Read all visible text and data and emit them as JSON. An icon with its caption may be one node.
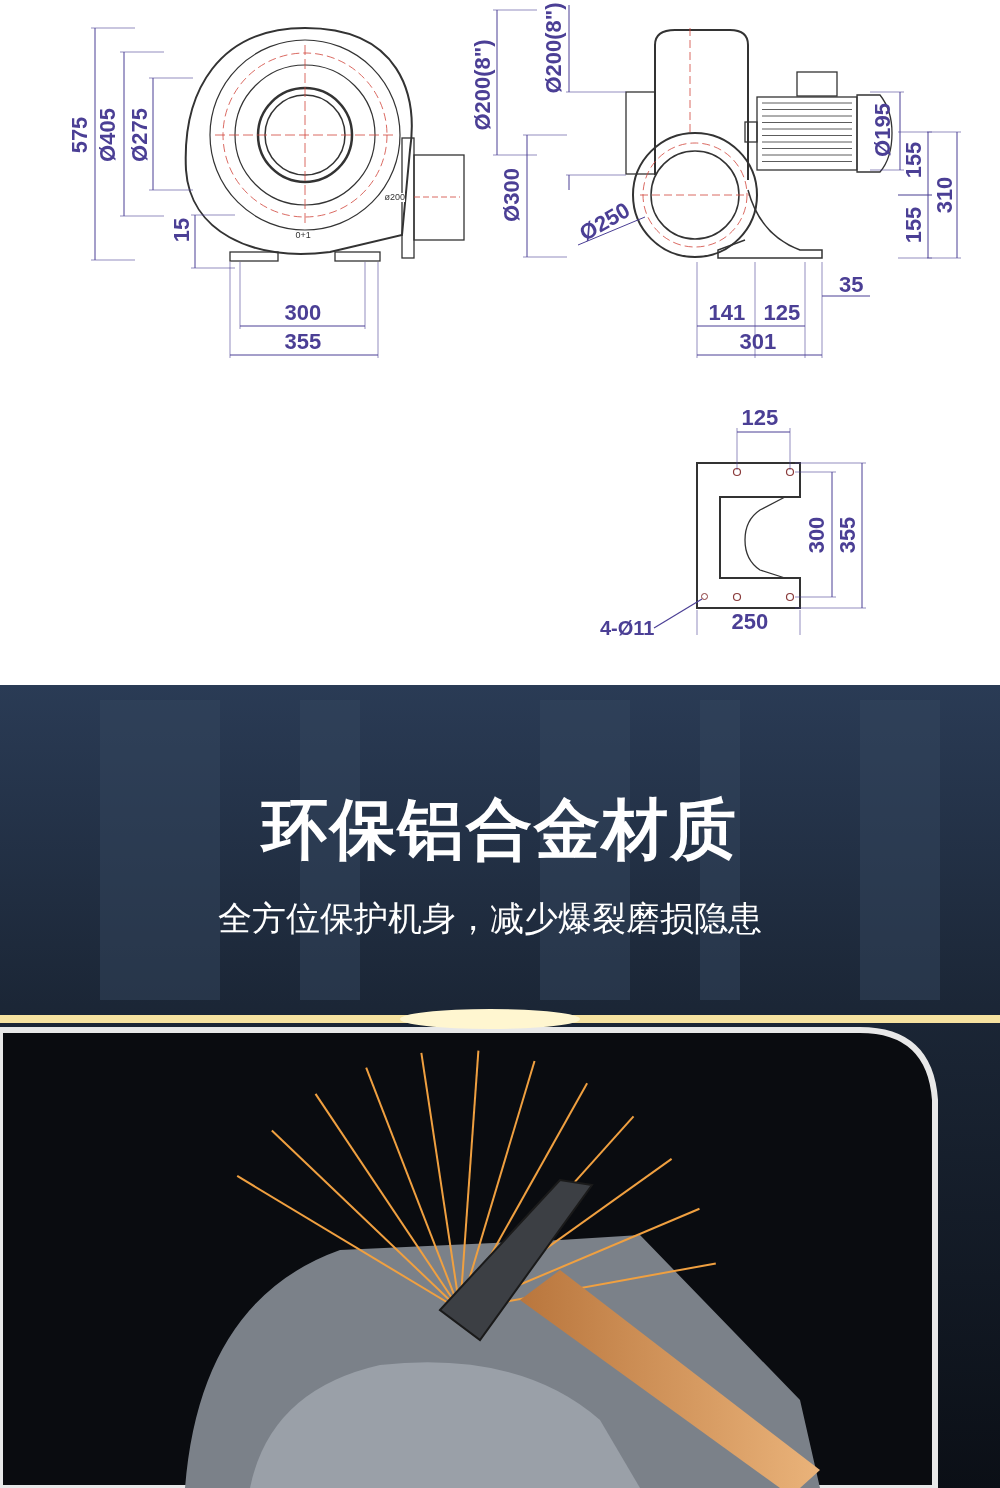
{
  "diagram": {
    "nodes": [
      {
        "text": [
          "4-Ø11"
        ]
      },
      {
        "text": [],
        "shape": "circle"
      }
    ],
    "edges": [
      {
        "from": 0,
        "to": 1,
        "arrow": "none"
      }
    ],
    "labels": [
      "575",
      "Ø405",
      "Ø275",
      "15",
      "Ø200(8\")",
      "Ø300",
      "ø200",
      "0+1",
      "300",
      "355",
      "Ø200(8\")",
      "Ø195",
      "155",
      "310",
      "Ø250",
      "155",
      "35",
      "141",
      "125",
      "301",
      "125",
      "300",
      "355",
      "250",
      "环保铝合金材质",
      "全方位保护机身，减少爆裂磨损隐患"
    ]
  }
}
